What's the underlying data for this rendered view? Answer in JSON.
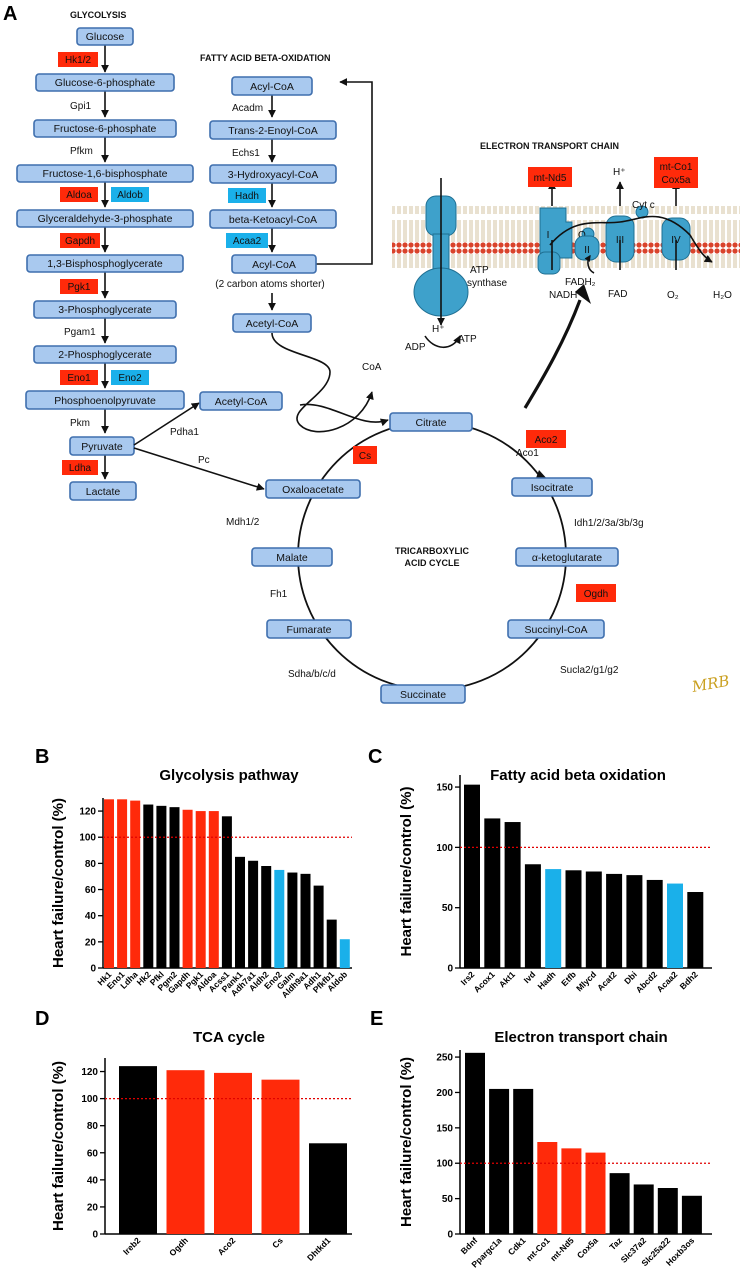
{
  "panel_labels": {
    "a": "A",
    "b": "B",
    "c": "C",
    "d": "D",
    "e": "E"
  },
  "signature": "MRB",
  "colors": {
    "upregulated": "#ff2a0a",
    "neutral": "#000000",
    "downregulated": "#1ab0ea",
    "metabolite_fill": "#a9c9ef",
    "reference_line": "#e00000"
  },
  "diagram": {
    "glycolysis": {
      "heading": "GLYCOLYSIS",
      "metabolites": [
        "Glucose",
        "Glucose-6-phosphate",
        "Fructose-6-phosphate",
        "Fructose-1,6-bisphosphate",
        "Glyceraldehyde-3-phosphate",
        "1,3-Bisphosphoglycerate",
        "3-Phosphoglycerate",
        "2-Phosphoglycerate",
        "Phosphoenolpyruvate",
        "Pyruvate",
        "Lactate"
      ],
      "enzymes": {
        "gpi": "Gpi1",
        "pfkm": "Pfkm",
        "pgam": "Pgam1",
        "pkm": "Pkm"
      },
      "tags": {
        "hk": "Hk1/2",
        "aldoa": "Aldoa",
        "aldob": "Aldob",
        "gapdh": "Gapdh",
        "pgk": "Pgk1",
        "eno1": "Eno1",
        "eno2": "Eno2",
        "ldha": "Ldha"
      }
    },
    "fatty_acid": {
      "heading": "FATTY ACID BETA-OXIDATION",
      "metabolites": [
        "Acyl-CoA",
        "Trans-2-Enoyl-CoA",
        "3-Hydroxyacyl-CoA",
        "beta-Ketoacyl-CoA",
        "Acyl-CoA",
        "Acetyl-CoA"
      ],
      "note": "(2 carbon atoms shorter)",
      "enzymes": {
        "acadm": "Acadm",
        "echs": "Echs1"
      },
      "tags": {
        "hadh": "Hadh",
        "acaa2": "Acaa2"
      }
    },
    "link": {
      "acetyl": "Acetyl-CoA",
      "pdha": "Pdha1",
      "pc": "Pc",
      "coa": "CoA"
    },
    "tca": {
      "heading_line1": "TRICARBOXYLIC",
      "heading_line2": "ACID CYCLE",
      "metabolites": [
        "Citrate",
        "Isocitrate",
        "α-ketoglutarate",
        "Succinyl-CoA",
        "Succinate",
        "Fumarate",
        "Malate",
        "Oxaloacetate"
      ],
      "enzymes": {
        "aco1": "Aco1",
        "idh": "Idh1/2/3a/3b/3g",
        "sucla": "Sucla2/g1/g2",
        "sdha": "Sdha/b/c/d",
        "fh": "Fh1",
        "mdh": "Mdh1/2"
      },
      "tags": {
        "cs": "Cs",
        "aco2": "Aco2",
        "ogdh": "Ogdh"
      }
    },
    "etc": {
      "heading": "ELECTRON TRANSPORT CHAIN",
      "tags": {
        "nd5": "mt-Nd5",
        "co1": "mt-Co1",
        "cox5a": "Cox5a"
      },
      "complexes": [
        "I",
        "II",
        "III",
        "IV"
      ],
      "labels": {
        "q": "Q",
        "cytc": "Cyt c",
        "fadh2": "FADH₂",
        "fad": "FAD",
        "nadh": "NADH",
        "o2": "O₂",
        "h2o": "H₂O",
        "hplus": "H⁺",
        "atp_line1": "ATP",
        "atp_line2": "synthase",
        "adp": "ADP",
        "atp": "ATP"
      }
    }
  },
  "chart_data": [
    {
      "type": "bar",
      "title": "Glycolysis pathway",
      "ylabel": "Heart failure/control (%)",
      "ylim": [
        0,
        130
      ],
      "yticks": [
        0,
        20,
        40,
        60,
        80,
        100,
        120
      ],
      "reference_line": 100,
      "categories": [
        "Hk1",
        "Eno1",
        "Ldha",
        "Hk2",
        "Pfkl",
        "Pgm2",
        "Gapdh",
        "Pgk1",
        "Aldoa",
        "Acss1",
        "Pank1",
        "Adh7a1",
        "Aldh2",
        "Eno2",
        "Galm",
        "Aldh9a1",
        "Adh1",
        "Pfkfb1",
        "Aldob"
      ],
      "values": [
        129,
        129,
        128,
        125,
        124,
        123,
        121,
        120,
        120,
        116,
        85,
        82,
        78,
        75,
        73,
        72,
        63,
        37,
        22
      ],
      "bar_colors": [
        "#ff2a0a",
        "#ff2a0a",
        "#ff2a0a",
        "#000000",
        "#000000",
        "#000000",
        "#ff2a0a",
        "#ff2a0a",
        "#ff2a0a",
        "#000000",
        "#000000",
        "#000000",
        "#000000",
        "#1ab0ea",
        "#000000",
        "#000000",
        "#000000",
        "#000000",
        "#1ab0ea"
      ]
    },
    {
      "type": "bar",
      "title": "Fatty acid beta oxidation",
      "ylabel": "Heart failure/control (%)",
      "ylim": [
        0,
        160
      ],
      "yticks": [
        0,
        50,
        100,
        150
      ],
      "reference_line": 100,
      "categories": [
        "Irs2",
        "Acox1",
        "Akt1",
        "Ivd",
        "Hadh",
        "Etfb",
        "Mlycd",
        "Acat2",
        "Dbi",
        "Abcd2",
        "Acaa2",
        "Bdh2"
      ],
      "values": [
        152,
        124,
        121,
        86,
        82,
        81,
        80,
        78,
        77,
        73,
        70,
        63
      ],
      "bar_colors": [
        "#000000",
        "#000000",
        "#000000",
        "#000000",
        "#1ab0ea",
        "#000000",
        "#000000",
        "#000000",
        "#000000",
        "#000000",
        "#1ab0ea",
        "#000000"
      ]
    },
    {
      "type": "bar",
      "title": "TCA cycle",
      "ylabel": "Heart failure/control (%)",
      "ylim": [
        0,
        130
      ],
      "yticks": [
        0,
        20,
        40,
        60,
        80,
        100,
        120
      ],
      "reference_line": 100,
      "categories": [
        "Ireb2",
        "Ogdh",
        "Aco2",
        "Cs",
        "Dhtkd1"
      ],
      "values": [
        124,
        121,
        119,
        114,
        67
      ],
      "bar_colors": [
        "#000000",
        "#ff2a0a",
        "#ff2a0a",
        "#ff2a0a",
        "#000000"
      ]
    },
    {
      "type": "bar",
      "title": "Electron transport chain",
      "ylabel": "Heart failure/control (%)",
      "ylim": [
        0,
        260
      ],
      "yticks": [
        0,
        50,
        100,
        150,
        200,
        250
      ],
      "reference_line": 100,
      "categories": [
        "Bdnf",
        "Ppargc1a",
        "Cdk1",
        "mt-Co1",
        "mt-Nd5",
        "Cox5a",
        "Taz",
        "Slc37a2",
        "Slc25a22",
        "Hoxb3os"
      ],
      "values": [
        256,
        205,
        205,
        130,
        121,
        115,
        86,
        70,
        65,
        54
      ],
      "bar_colors": [
        "#000000",
        "#000000",
        "#000000",
        "#ff2a0a",
        "#ff2a0a",
        "#ff2a0a",
        "#000000",
        "#000000",
        "#000000",
        "#000000"
      ]
    }
  ]
}
